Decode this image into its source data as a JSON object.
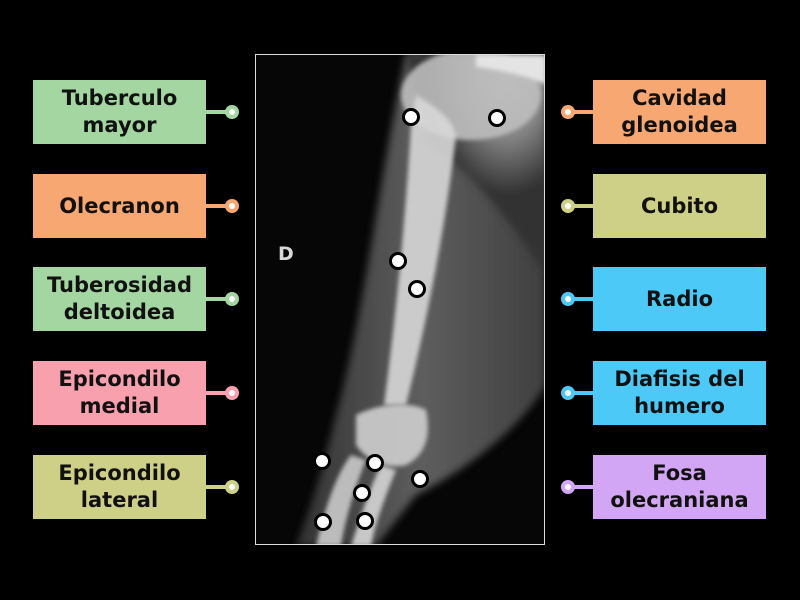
{
  "image": {
    "marker_letter": "D"
  },
  "left_labels": [
    {
      "text": "Tuberculo mayor",
      "color": "#a3d6a0"
    },
    {
      "text": "Olecranon",
      "color": "#f7a872"
    },
    {
      "text": "Tuberosidad deltoidea",
      "color": "#a3d6a0"
    },
    {
      "text": "Epicondilo medial",
      "color": "#f9a0ae"
    },
    {
      "text": "Epicondilo lateral",
      "color": "#cfd087"
    }
  ],
  "right_labels": [
    {
      "text": "Cavidad glenoidea",
      "color": "#f7a872"
    },
    {
      "text": "Cubito",
      "color": "#cfd087"
    },
    {
      "text": "Radio",
      "color": "#4cc9f7"
    },
    {
      "text": "Diafisis del humero",
      "color": "#4cc9f7"
    },
    {
      "text": "Fosa olecraniana",
      "color": "#d3a6f5"
    }
  ],
  "drop_targets": [
    "target-1",
    "target-2",
    "target-3",
    "target-4",
    "target-5",
    "target-6",
    "target-7",
    "target-8",
    "target-9",
    "target-10",
    "target-11",
    "target-12"
  ]
}
